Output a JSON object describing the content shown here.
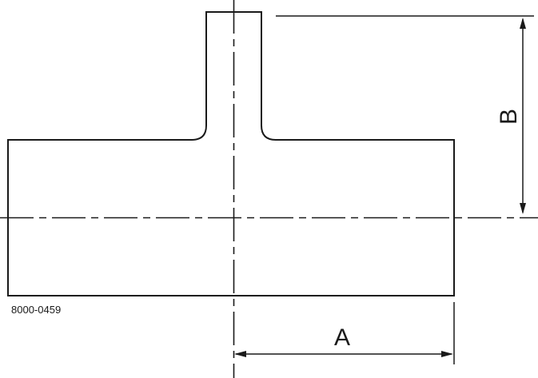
{
  "drawing": {
    "part_number": "8000-0459",
    "dimensions": {
      "a_label": "A",
      "b_label": "B"
    },
    "colors": {
      "line": "#1a1a1a",
      "background": "#ffffff"
    }
  }
}
